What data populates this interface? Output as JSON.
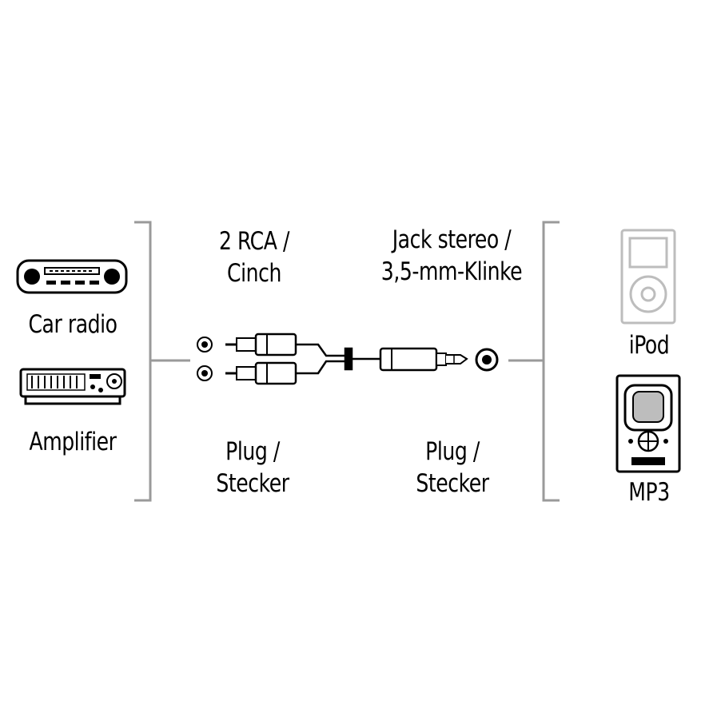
{
  "left_devices": {
    "car_radio": "Car radio",
    "amplifier": "Amplifier"
  },
  "cable": {
    "rca_end": {
      "line1": "2 RCA /",
      "line2": "Cinch"
    },
    "jack_end": {
      "line1": "Jack stereo /",
      "line2": "3,5-mm-Klinke"
    },
    "plug_left": {
      "line1": "Plug /",
      "line2": "Stecker"
    },
    "plug_right": {
      "line1": "Plug /",
      "line2": "Stecker"
    }
  },
  "right_devices": {
    "ipod": "iPod",
    "mp3": "MP3"
  },
  "colors": {
    "line": "#000000",
    "bracket": "#9a9a9a",
    "icon_gray": "#bdbdbd"
  }
}
